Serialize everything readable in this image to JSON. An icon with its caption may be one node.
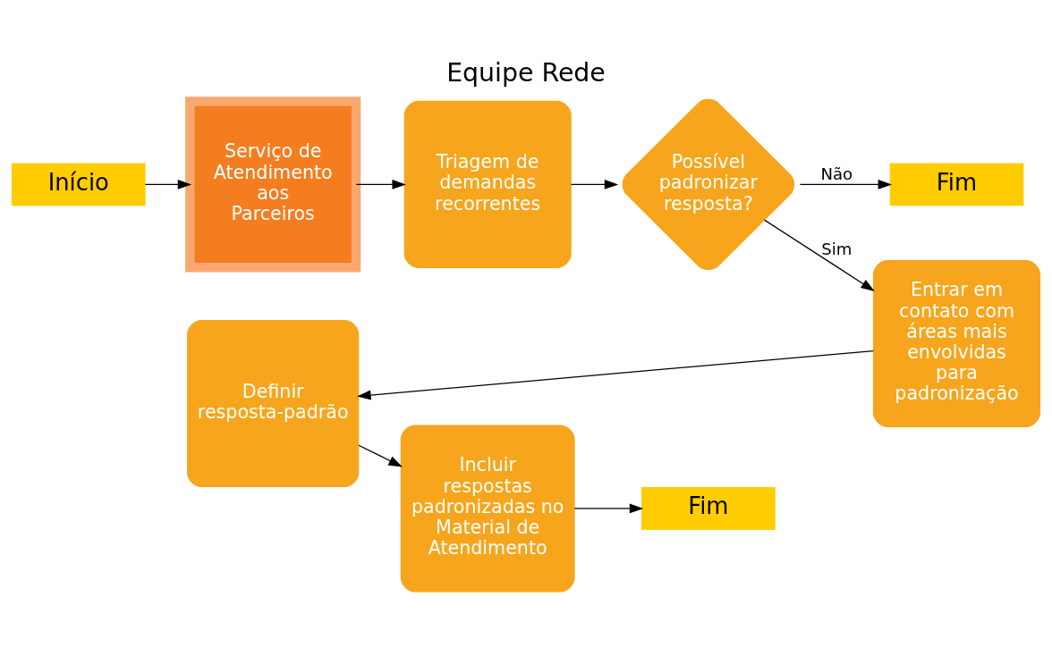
{
  "diagram": {
    "title": "Equipe Rede",
    "nodes": [
      {
        "text": [
          "Início"
        ]
      },
      {
        "text": [
          "Serviço de Atendimento aos Parceiros"
        ]
      },
      {
        "text": [
          "Triagem de demandas recorrentes"
        ]
      },
      {
        "text": [
          "Possível padronizar resposta?"
        ]
      },
      {
        "text": [
          "Fim"
        ]
      },
      {
        "text": [
          "Entrar em contato com áreas mais envolvidas para padronização"
        ]
      },
      {
        "text": [
          "Definir resposta-padrão"
        ]
      },
      {
        "text": [
          "Incluir respostas padronizadas no Material de Atendimento"
        ]
      },
      {
        "text": [
          "Fim"
        ]
      }
    ],
    "edges": [
      {
        "from": 0,
        "to": 1,
        "arrow": "to"
      },
      {
        "from": 1,
        "to": 2,
        "arrow": "to"
      },
      {
        "from": 2,
        "to": 3,
        "arrow": "to"
      },
      {
        "from": 3,
        "to": 4,
        "label": "Não",
        "arrow": "to"
      },
      {
        "from": 3,
        "to": 5,
        "label": "Sim",
        "arrow": "to"
      },
      {
        "from": 5,
        "to": 6,
        "arrow": "to"
      },
      {
        "from": 6,
        "to": 7,
        "arrow": "to"
      },
      {
        "from": 7,
        "to": 8,
        "arrow": "to"
      }
    ]
  }
}
